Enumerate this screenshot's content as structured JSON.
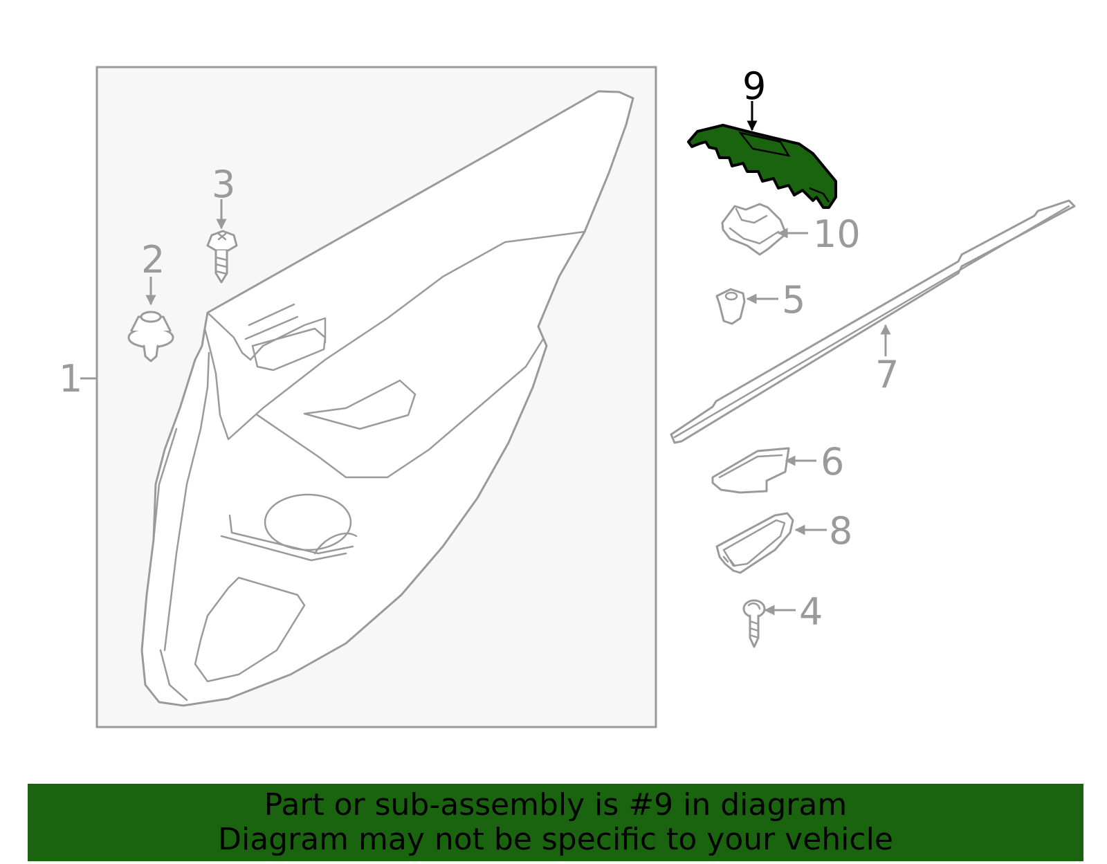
{
  "callouts": {
    "c1": "1",
    "c2": "2",
    "c3": "3",
    "c4": "4",
    "c5": "5",
    "c6": "6",
    "c7": "7",
    "c8": "8",
    "c9": "9",
    "c10": "10"
  },
  "highlighted_part": "9",
  "colors": {
    "highlight": "#1a6410",
    "line": "#9a9a9a",
    "panel_bg": "#f7f7f7"
  },
  "banner": {
    "line1": "Part or sub-assembly is #9 in diagram",
    "line2": "Diagram may not be specific to your vehicle"
  }
}
